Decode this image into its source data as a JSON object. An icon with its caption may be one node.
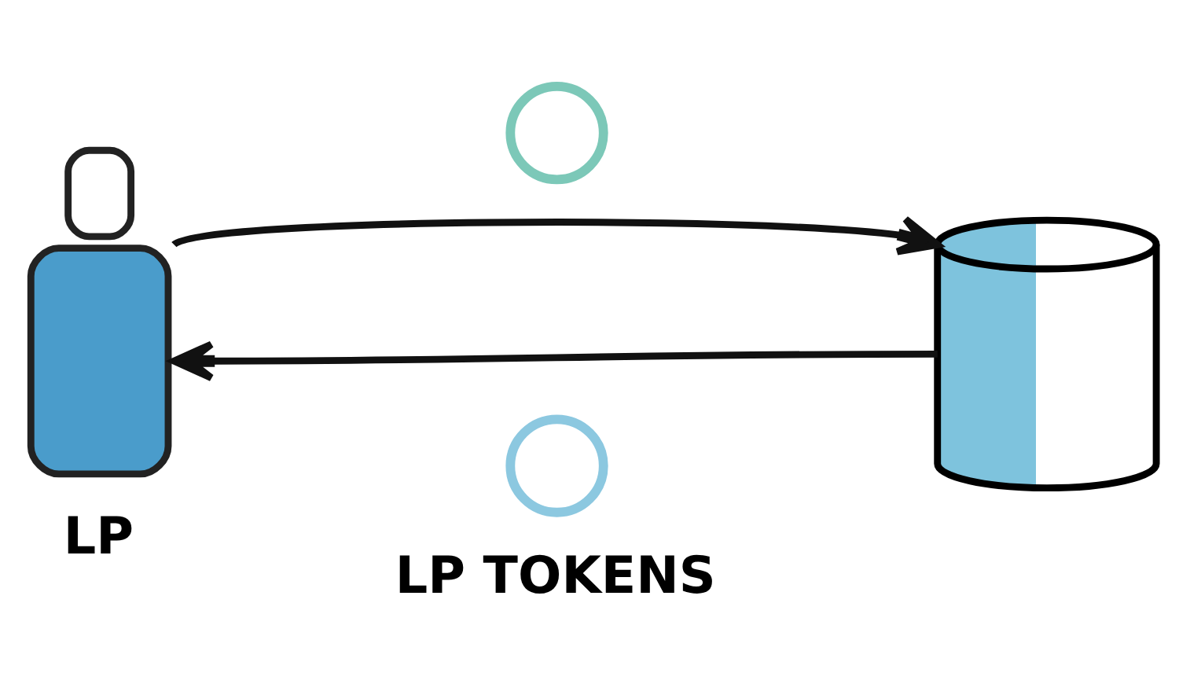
{
  "diagram": {
    "nodes": [
      {
        "text": [],
        "shape": "person",
        "beside": [
          "LP"
        ]
      },
      {
        "text": [],
        "shape": "cylinder"
      },
      {
        "text": [],
        "shape": "circle"
      },
      {
        "text": [],
        "shape": "circle",
        "beside": [
          "LP TOKENS"
        ]
      }
    ],
    "edges": [
      {
        "from": 0,
        "to": 1,
        "arrow": "to"
      },
      {
        "from": 1,
        "to": 0,
        "arrow": "to"
      }
    ]
  }
}
